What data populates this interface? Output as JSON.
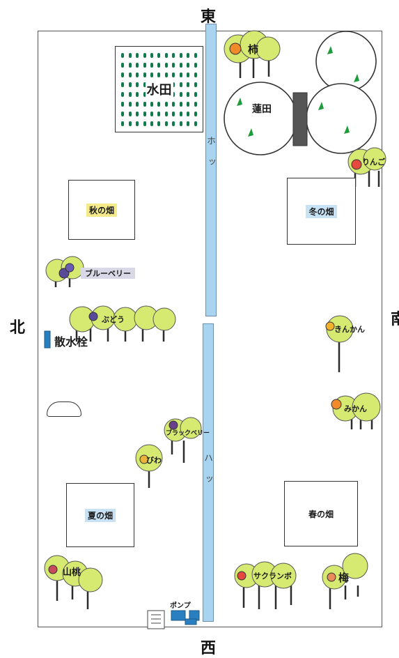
{
  "compass": {
    "east": "東",
    "west": "西",
    "north": "北",
    "south": "南"
  },
  "canal": {
    "upper_label": "ホッ",
    "lower_label": "ハッ"
  },
  "fields": {
    "rice_paddy": "水田",
    "lotus_field": "蓮田",
    "autumn": "秋の畑",
    "winter": "冬の畑",
    "summer": "夏の畑",
    "spring": "春の畑"
  },
  "facilities": {
    "water_tap": "散水栓",
    "pump": "ポンプ"
  },
  "trees": {
    "persimmon": "柿",
    "apple": "りんご",
    "blueberry": "ブルーベリー",
    "grape": "ぶどう",
    "kumquat": "きんかん",
    "mandarin": "みかん",
    "blackberry": "ブラックベリー",
    "loquat": "びわ",
    "yamamomo": "山桃",
    "cherry": "サクランボ",
    "plum": "梅"
  },
  "colors": {
    "canal": "#a9d4ef",
    "tree_crown": "#d6ea72",
    "tree_trunk": "#2b2b2b",
    "paddy_plant": "#127a4a",
    "lotus_plant": "#1e9b3a"
  }
}
